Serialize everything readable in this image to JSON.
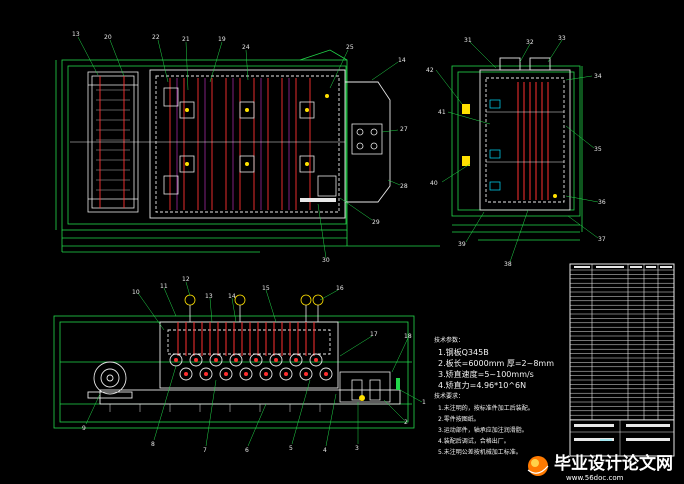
{
  "colors": {
    "background": "#000000",
    "outline_green": "#22d84a",
    "frame_white": "#e8e8e8",
    "roller_red": "#ff3030",
    "accent_cyan": "#00e0ff",
    "accent_magenta": "#ff40ff",
    "accent_yellow": "#ffe000"
  },
  "top_view": {
    "part_labels": [
      "13",
      "20",
      "22",
      "21",
      "19",
      "24",
      "25",
      "14",
      "27",
      "28",
      "29",
      "30"
    ]
  },
  "side_view": {
    "part_labels": [
      "31",
      "32",
      "33",
      "34",
      "42",
      "41",
      "35",
      "40",
      "36",
      "37",
      "39",
      "38"
    ]
  },
  "front_view": {
    "part_labels": [
      "10",
      "11",
      "12",
      "13",
      "14",
      "15",
      "16",
      "17",
      "18",
      "1",
      "2",
      "3",
      "4",
      "5",
      "6",
      "7",
      "8",
      "9"
    ]
  },
  "specs": {
    "heading": "技术参数：",
    "items": [
      "1.钢板Q345B",
      "2.板长=6000mm 厚=2~8mm",
      "3.矫直速度=5~100mm/s",
      "4.矫直力=4.96*10^6N"
    ]
  },
  "tech_requirements": {
    "heading": "技术要求：",
    "items": [
      "1.未注明的，按标准件加工后装配。",
      "2.零件按图纸。",
      "3.运动部件，轴承应加注润滑脂。",
      "4.装配后调试，合格出厂。",
      "5.未注明公差按机械加工标准。"
    ]
  },
  "watermark": {
    "text": "毕业设计论文网",
    "url": "www.56doc.com"
  }
}
